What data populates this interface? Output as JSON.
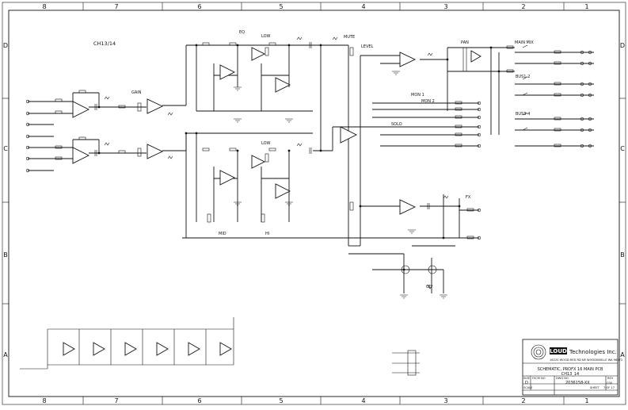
{
  "border": {
    "columns": [
      "8",
      "7",
      "6",
      "5",
      "4",
      "3",
      "2",
      "1"
    ],
    "rows": [
      "D",
      "C",
      "B",
      "A"
    ]
  },
  "schematic": {
    "channel_label": "CH13/14",
    "section_labels": {
      "eq": "EQ",
      "low_upper": "LOW",
      "low_lower": "LOW",
      "mid": "MID",
      "hi": "HI",
      "gain": "GAIN",
      "mute": "MUTE",
      "level": "LEVEL",
      "pan": "PAN",
      "main_mix": "MAIN MIX",
      "mon1": "MON 1",
      "mon2": "MON 2",
      "solo": "SOLO",
      "fx": "FX",
      "bus12": "BUS1-2",
      "bus34": "BUS3-4",
      "ol": "OL"
    }
  },
  "title_block": {
    "company": "Technologies Inc.",
    "logo_text": "LOUD",
    "address": "16220 WOOD-RED RD NE WOODINVILLE WA 98072",
    "title_line1": "SCHEMATIC, PROFX 16 MAIN PCB",
    "title_line2": "CH13_14",
    "size_label": "SIZE",
    "size_value": "D",
    "fscm_label": "FSCM NO",
    "dwg_label": "DWG NO",
    "dwg_value": "2036158-XX",
    "rev_label": "REV",
    "rev_value": "C00",
    "scale_label": "SCALE",
    "sheet_label": "SHEET",
    "sheet_value": "7 OF 17"
  }
}
